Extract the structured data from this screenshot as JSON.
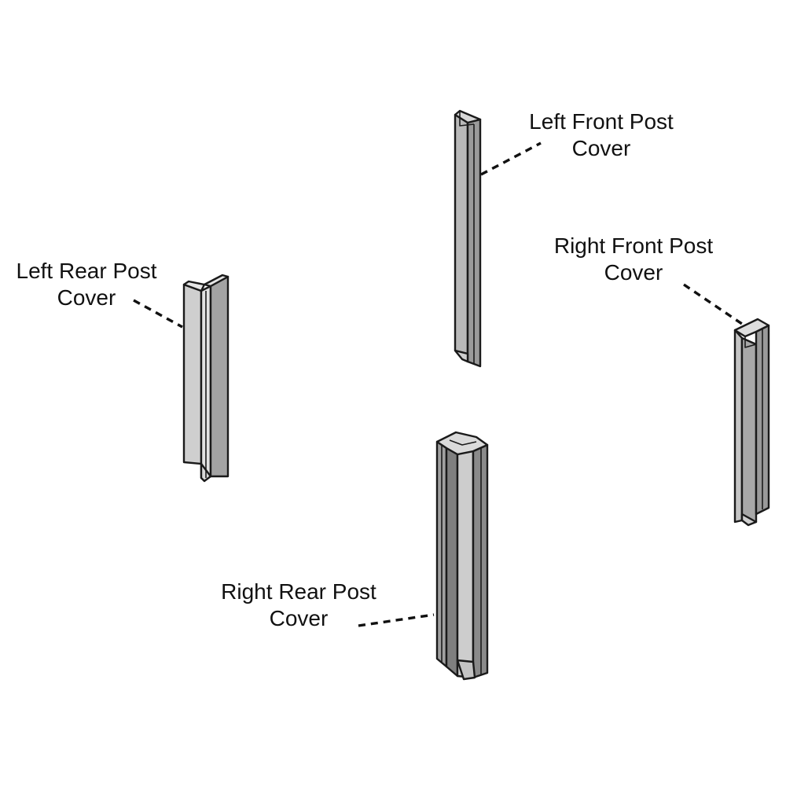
{
  "callouts": {
    "left_front": {
      "line1": "Left Front Post",
      "line2": "Cover"
    },
    "right_front": {
      "line1": "Right Front Post",
      "line2": "Cover"
    },
    "left_rear": {
      "line1": "Left Rear Post",
      "line2": "Cover"
    },
    "right_rear": {
      "line1": "Right Rear Post",
      "line2": "Cover"
    }
  },
  "colors": {
    "light_face": "#c8c8c8",
    "mid_face": "#a6a6a6",
    "dark_face": "#8e8e8e",
    "lightest_face": "#dcdcdc",
    "outline": "#1a1a1a"
  }
}
